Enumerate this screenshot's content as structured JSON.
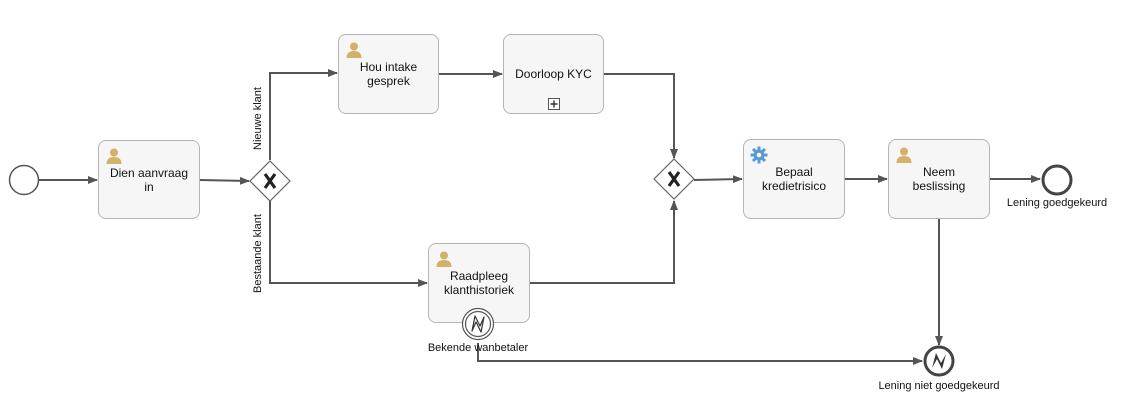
{
  "tasks": {
    "submit_request": {
      "label": "Dien aanvraag in",
      "icon": "user-icon"
    },
    "intake_meeting": {
      "label": "Hou intake\ngesprek",
      "icon": "user-icon"
    },
    "kyc": {
      "label": "Doorloop KYC",
      "icon": "subprocess-marker-icon"
    },
    "client_history": {
      "label": "Raadpleeg\nklanthistoriek",
      "icon": "user-icon"
    },
    "credit_risk": {
      "label": "Bepaal\nkredietrisico",
      "icon": "gear-icon"
    },
    "decision": {
      "label": "Neem beslissing",
      "icon": "user-icon"
    }
  },
  "flows": {
    "new_client": "Nieuwe klant",
    "existing_client": "Bestaande klant"
  },
  "events": {
    "boundary_error": "Bekende wanbetaler",
    "end_approved": "Lening goedgekeurd",
    "end_rejected": "Lening niet goedgekeurd"
  },
  "colors": {
    "line": "#555555",
    "task_fill": "#f6f6f6",
    "task_border": "#b5b5b5",
    "user_icon": "#d4b06a",
    "gear_icon": "#5b9bd5"
  }
}
